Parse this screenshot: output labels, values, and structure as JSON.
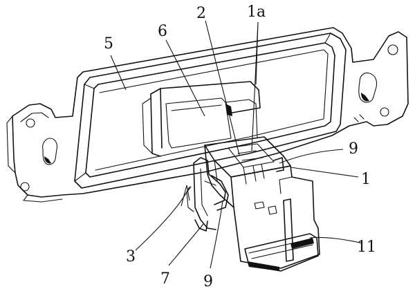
{
  "labels": {
    "l5": "5",
    "l6": "6",
    "l2": "2",
    "l1a": "1a",
    "l9_top": "9",
    "l1": "1",
    "l11": "11",
    "l3": "3",
    "l7": "7",
    "l9_bottom": "9"
  }
}
